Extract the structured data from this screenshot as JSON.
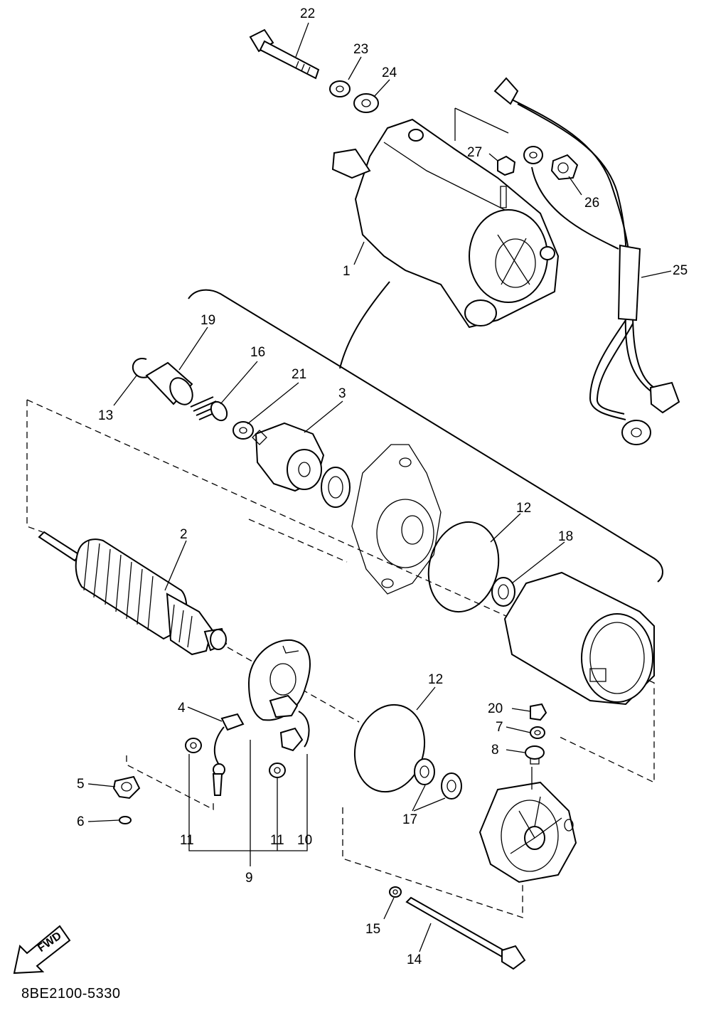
{
  "callouts": [
    {
      "id": "p22",
      "text": "22"
    },
    {
      "id": "p23",
      "text": "23"
    },
    {
      "id": "p24",
      "text": "24"
    },
    {
      "id": "p27",
      "text": "27"
    },
    {
      "id": "p26",
      "text": "26"
    },
    {
      "id": "p1",
      "text": "1"
    },
    {
      "id": "p25",
      "text": "25"
    },
    {
      "id": "p19",
      "text": "19"
    },
    {
      "id": "p16",
      "text": "16"
    },
    {
      "id": "p21",
      "text": "21"
    },
    {
      "id": "p3",
      "text": "3"
    },
    {
      "id": "p13",
      "text": "13"
    },
    {
      "id": "p12a",
      "text": "12"
    },
    {
      "id": "p18",
      "text": "18"
    },
    {
      "id": "p2",
      "text": "2"
    },
    {
      "id": "p12b",
      "text": "12"
    },
    {
      "id": "p20",
      "text": "20"
    },
    {
      "id": "p7",
      "text": "7"
    },
    {
      "id": "p8",
      "text": "8"
    },
    {
      "id": "p4",
      "text": "4"
    },
    {
      "id": "p5",
      "text": "5"
    },
    {
      "id": "p6",
      "text": "6"
    },
    {
      "id": "p17",
      "text": "17"
    },
    {
      "id": "p11a",
      "text": "11"
    },
    {
      "id": "p11b",
      "text": "11"
    },
    {
      "id": "p10",
      "text": "10"
    },
    {
      "id": "p9",
      "text": "9"
    },
    {
      "id": "p15",
      "text": "15"
    },
    {
      "id": "p14",
      "text": "14"
    }
  ],
  "fwd_label": "FWD",
  "diagram_code": "8BE2100-5330"
}
